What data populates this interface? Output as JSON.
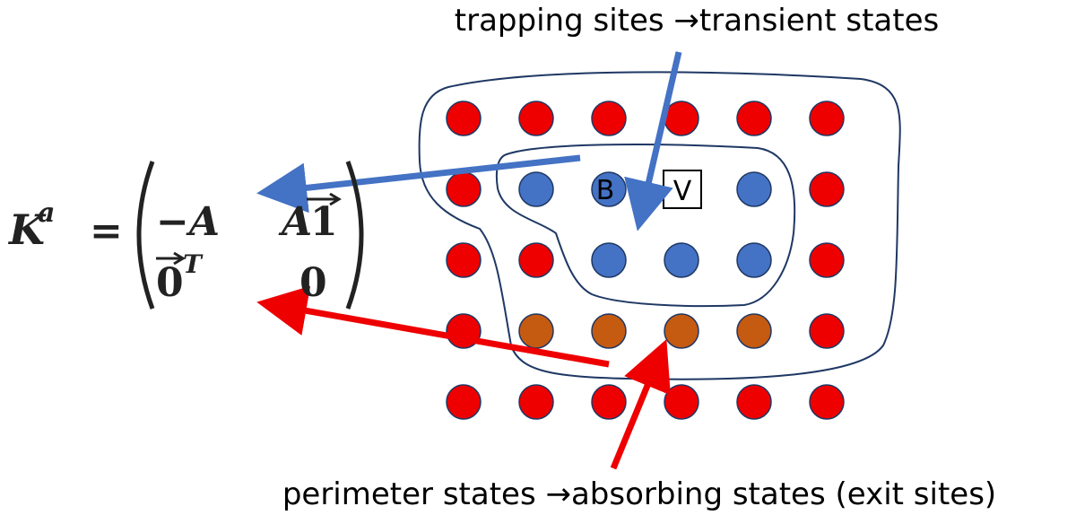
{
  "colors": {
    "perimeter_site": "#ee0000",
    "trapping_site": "#4472c4",
    "exit_site": "#c55a11",
    "blue_arrow": "#4472c4",
    "red_arrow": "#ee0000",
    "outline": "#1f3864"
  },
  "labels": {
    "top": "trapping sites →transient states",
    "bottom": "perimeter states →absorbing states (exit sites)"
  },
  "equation": {
    "lhs_symbol": "K",
    "lhs_superscript": "a",
    "equals": "=",
    "m11": "−A",
    "m12_letter": "A",
    "m12_vector": "1",
    "m21_vector": "0",
    "m21_superscript": "T",
    "m22": "0"
  },
  "grid": {
    "rows": [
      [
        "perimeter",
        "perimeter",
        "perimeter",
        "perimeter",
        "perimeter",
        "perimeter"
      ],
      [
        "perimeter",
        "trapping",
        "trapping",
        "vacancy",
        "trapping",
        "perimeter"
      ],
      [
        "perimeter",
        "perimeter",
        "trapping",
        "trapping",
        "trapping",
        "perimeter"
      ],
      [
        "perimeter",
        "exit",
        "exit",
        "exit",
        "exit",
        "perimeter"
      ],
      [
        "perimeter",
        "perimeter",
        "perimeter",
        "perimeter",
        "perimeter",
        "perimeter"
      ]
    ],
    "b_site_label": "B",
    "vacancy_label": "V"
  }
}
